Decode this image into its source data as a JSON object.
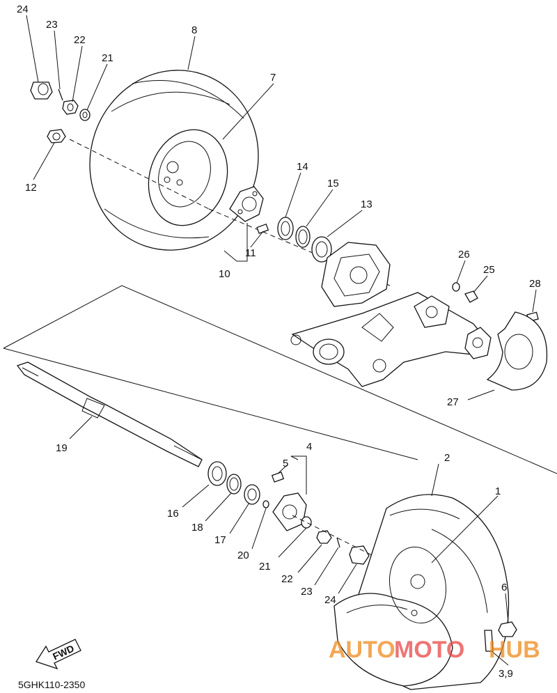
{
  "diagram": {
    "part_code": "5GHK110-2350",
    "fwd_label": "FWD",
    "labels": {
      "p24_top": "24",
      "p23_top": "23",
      "p22_top": "22",
      "p21_top": "21",
      "p8": "8",
      "p7": "7",
      "p12": "12",
      "p14": "14",
      "p15": "15",
      "p13": "13",
      "p11": "11",
      "p10": "10",
      "p26": "26",
      "p25": "25",
      "p28": "28",
      "p27": "27",
      "p19": "19",
      "p4": "4",
      "p5": "5",
      "p2": "2",
      "p1": "1",
      "p16": "16",
      "p18": "18",
      "p17": "17",
      "p20": "20",
      "p21_bottom": "21",
      "p22_bottom": "22",
      "p23_bottom": "23",
      "p24_bottom": "24",
      "p6": "6",
      "p3_9": "3,9"
    },
    "watermark": {
      "text_auto": "AUTO",
      "text_moto": "MOTO",
      "text_hub": "HUB",
      "color_primary": "#f08a1c",
      "color_secondary": "#e84848"
    }
  }
}
